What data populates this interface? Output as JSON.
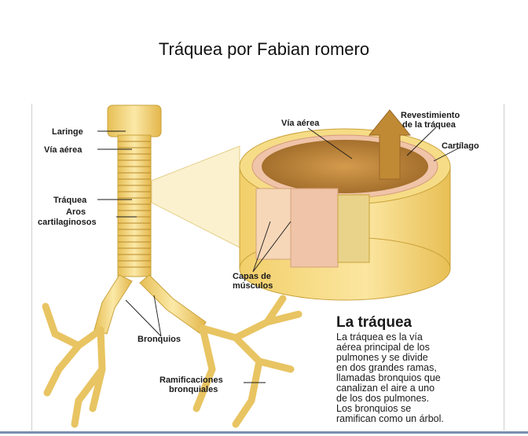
{
  "slide": {
    "title": "Tráquea por Fabian romero"
  },
  "labels": {
    "laringe": "Laringe",
    "via_aerea_left": "Vía aérea",
    "traquea": "Tráquea",
    "aros_1": "Aros",
    "aros_2": "cartilaginosos",
    "via_aerea_right": "Vía aérea",
    "revestimiento_1": "Revestimiento",
    "revestimiento_2": "de la tráquea",
    "cartilago": "Cartílago",
    "capas_1": "Capas de",
    "capas_2": "músculos",
    "bronquios": "Bronquios",
    "ramif_1": "Ramificaciones",
    "ramif_2": "bronquiales"
  },
  "info": {
    "title": "La tráquea",
    "lines": [
      "La tráquea es la vía",
      "aérea principal de los",
      "pulmones y se divide",
      "en dos grandes ramas,",
      "llamadas bronquios que",
      "canalizan el aire a uno",
      "de los dos pulmones.",
      "Los bronquios se",
      "ramifican como un árbol."
    ]
  },
  "colors": {
    "cartilage": "#f3d77a",
    "cartilage_dark": "#c9a23a",
    "lumen": "#c48a3f",
    "muscle": "#f0c4a8",
    "arrow": "#c08a35"
  }
}
